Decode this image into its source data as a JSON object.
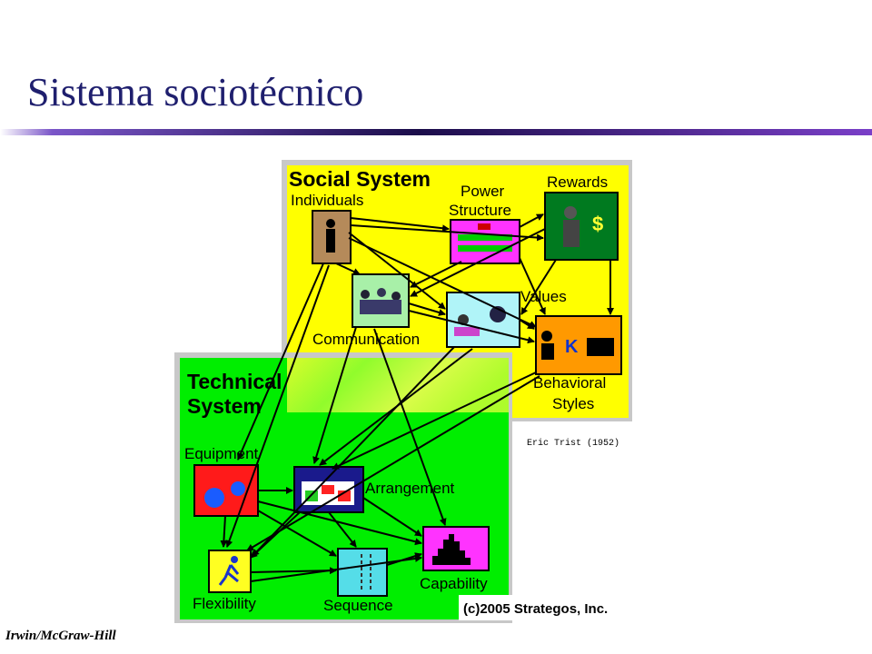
{
  "slide": {
    "title": "Sistema sociotécnico",
    "footer": "Irwin/McGraw-Hill"
  },
  "diagram": {
    "social_system": {
      "heading": "Social System",
      "nodes": {
        "individuals": "Individuals",
        "power_structure_1": "Power",
        "power_structure_2": "Structure",
        "rewards": "Rewards",
        "communication": "Communication",
        "values": "Values",
        "behavioral_styles_1": "Behavioral",
        "behavioral_styles_2": "Styles"
      }
    },
    "technical_system": {
      "heading_1": "Technical",
      "heading_2": "System",
      "nodes": {
        "equipment": "Equipment",
        "arrangement": "Arrangement",
        "flexibility": "Flexibility",
        "sequence": "Sequence",
        "capability": "Capability"
      }
    },
    "credit": "Eric Trist (1952)",
    "copyright": "(c)2005 Strategos, Inc.",
    "colors": {
      "social_bg": "#ffff00",
      "technical_bg": "#00ee00",
      "frame": "#c8c8c8"
    }
  }
}
